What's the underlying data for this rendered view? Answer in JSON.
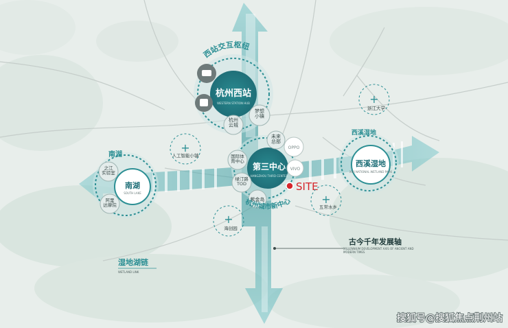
{
  "hubs": {
    "west_station": {
      "title": "杭州西站",
      "subtitle": "WESTERN STATION HUB",
      "ring_label": "西站交互枢纽"
    },
    "third_center": {
      "title": "第三中心",
      "subtitle": "HANGZHOU THIRD CENTER"
    },
    "nanhu": {
      "title": "南湖",
      "subtitle": "SOUTH LAKE",
      "corner_label": "南湖"
    },
    "xixi": {
      "title": "西溪湿地",
      "subtitle": "XIXI NATIONAL WETLAND PARK",
      "corner_label": "西溪湿地"
    }
  },
  "nodes": {
    "mengxiang": "梦想\n小镇",
    "yuncheng": "杭州\n云城",
    "weilai": "未来\n总部",
    "tiyu": "国际体\n育中心",
    "tod": "绿汀路\nTOD",
    "zijin": "紫金岛",
    "zhijiang": "之江\n实验室",
    "alibaba": "阿里\n达摩院",
    "vivo": "VIVO",
    "oppo": "OPPO"
  },
  "plus_markers": {
    "zju": "浙江大学",
    "renhe": "人工智能小镇",
    "haichuang": "海创园",
    "wuchang": "五常水乡"
  },
  "site_label": "SITE",
  "city_new_center": "杭州城市新中心",
  "axis": {
    "title": "古今千年发展轴",
    "subtitle": "MILLENNIUM DEVELOPMENT AXIS OF ANCIENT AND MODERN TIMES"
  },
  "wetland_chain": {
    "title": "湿地湖链",
    "subtitle": "WETLAND LINK"
  },
  "watermark": "搜狐号@搜狐焦点荆州站",
  "colors": {
    "teal": "#2c8f94",
    "teal_dark": "#1f6f78",
    "teal_light": "#6fb8bb",
    "site_red": "#d6252b"
  }
}
